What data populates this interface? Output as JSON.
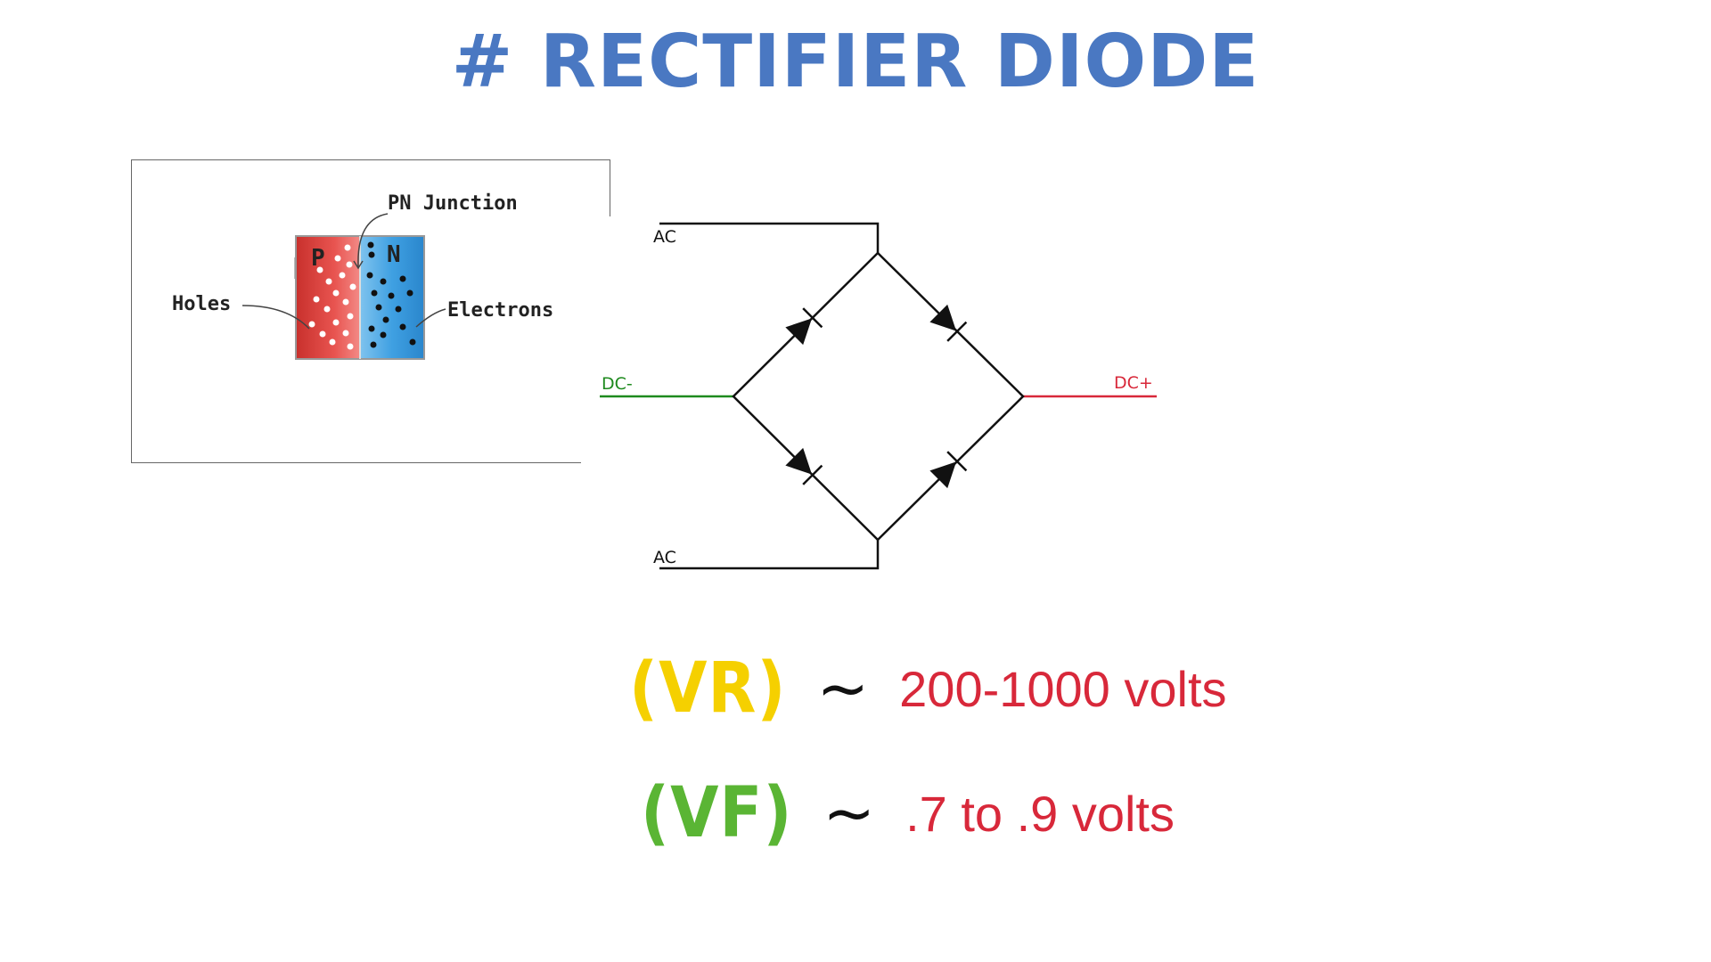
{
  "title": "# RECTIFIER DIODE",
  "pn_diagram": {
    "junction_label": "PN Junction",
    "holes_label": "Holes",
    "electrons_label": "Electrons",
    "p_label": "P",
    "n_label": "N"
  },
  "bridge": {
    "ac_top": "AC",
    "ac_bottom": "AC",
    "dc_minus": "DC-",
    "dc_plus": "DC+",
    "colors": {
      "dc_minus": "#1e8a1e",
      "dc_plus": "#d8283a",
      "wire": "#111111"
    }
  },
  "specs": [
    {
      "symbol": "(VR)",
      "tilde": "~",
      "value": "200-1000 volts",
      "color": "#f5d000"
    },
    {
      "symbol": "(VF)",
      "tilde": "~",
      "value": ".7 to .9 volts",
      "color": "#5ab534"
    }
  ],
  "colors": {
    "title": "#4a78c2",
    "value": "#d8283a"
  }
}
